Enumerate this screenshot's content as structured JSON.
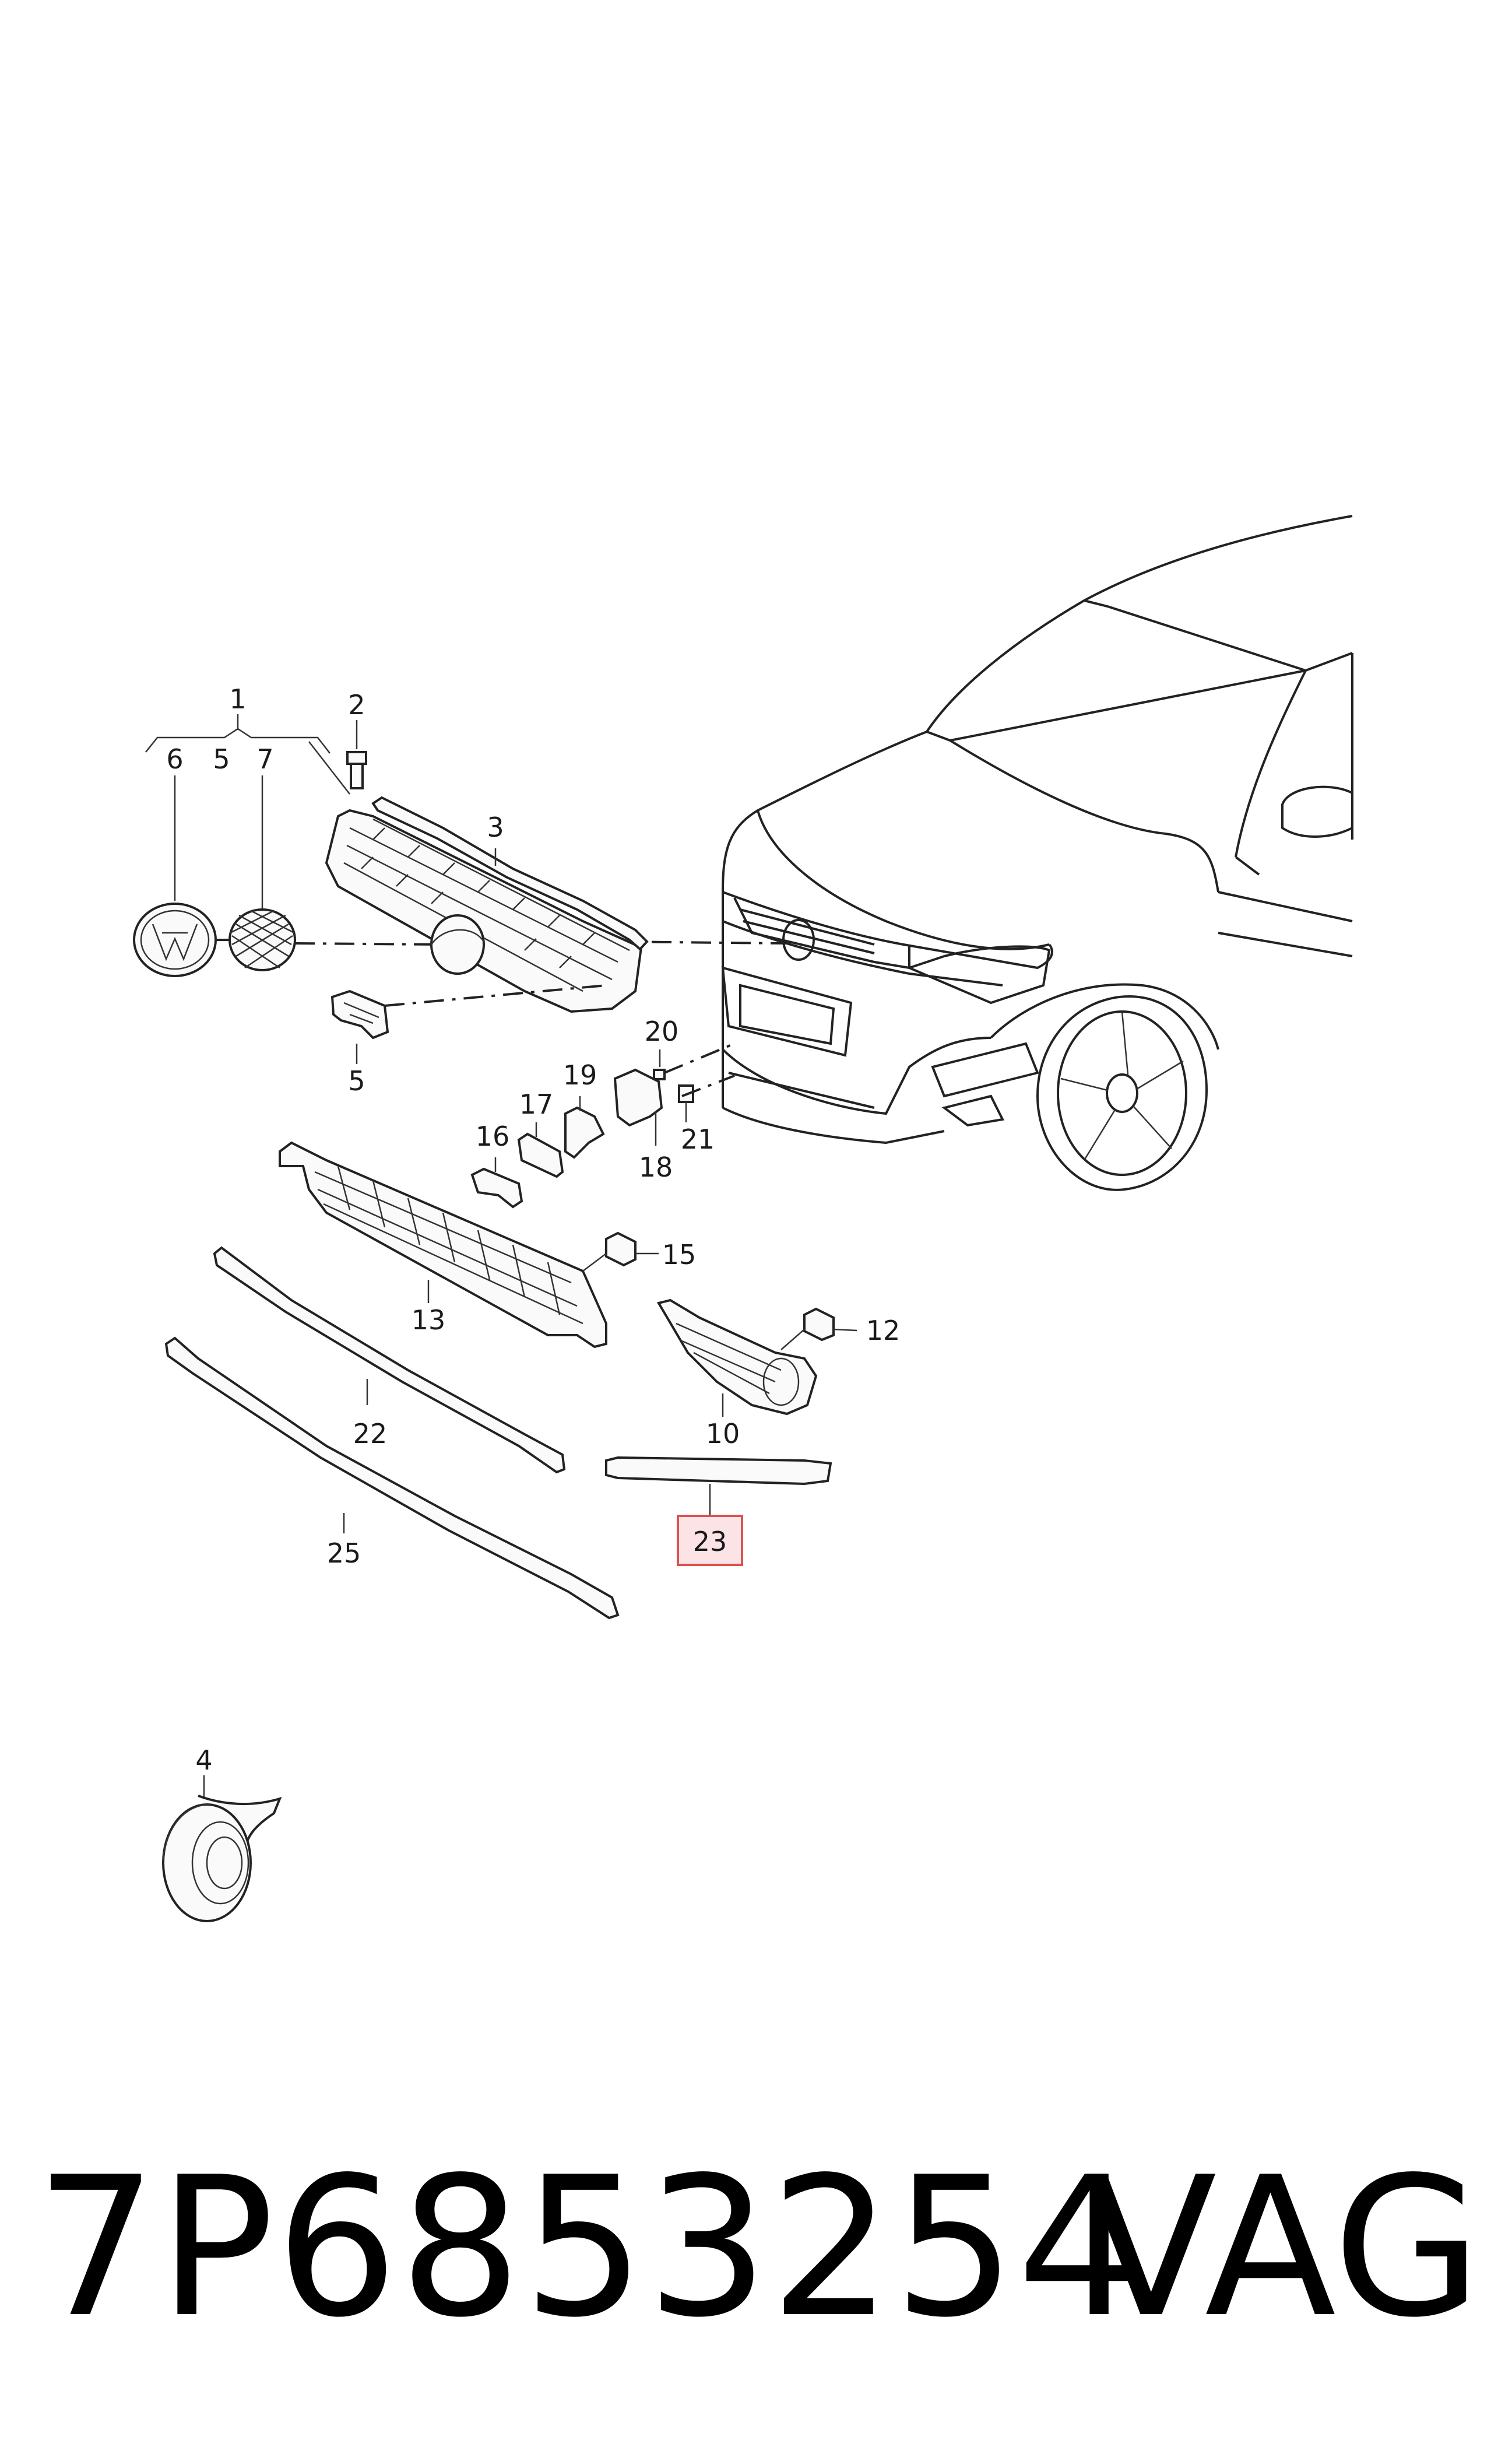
{
  "title_part_number": "7P6853254",
  "brand": "VAG",
  "callouts": [
    {
      "id": "c1",
      "text": "1"
    },
    {
      "id": "c2",
      "text": "2"
    },
    {
      "id": "c3",
      "text": "3"
    },
    {
      "id": "c4",
      "text": "4"
    },
    {
      "id": "c5a",
      "text": "5"
    },
    {
      "id": "c5b",
      "text": "5"
    },
    {
      "id": "c6",
      "text": "6"
    },
    {
      "id": "c7",
      "text": "7"
    },
    {
      "id": "c10",
      "text": "10"
    },
    {
      "id": "c12",
      "text": "12"
    },
    {
      "id": "c13",
      "text": "13"
    },
    {
      "id": "c15",
      "text": "15"
    },
    {
      "id": "c16",
      "text": "16"
    },
    {
      "id": "c17",
      "text": "17"
    },
    {
      "id": "c18",
      "text": "18"
    },
    {
      "id": "c19",
      "text": "19"
    },
    {
      "id": "c20",
      "text": "20"
    },
    {
      "id": "c21",
      "text": "21"
    },
    {
      "id": "c22",
      "text": "22"
    },
    {
      "id": "c23",
      "text": "23"
    },
    {
      "id": "c25",
      "text": "25"
    }
  ],
  "highlight_color": "#d9534f",
  "highlight_fill": "#fbe3e6"
}
